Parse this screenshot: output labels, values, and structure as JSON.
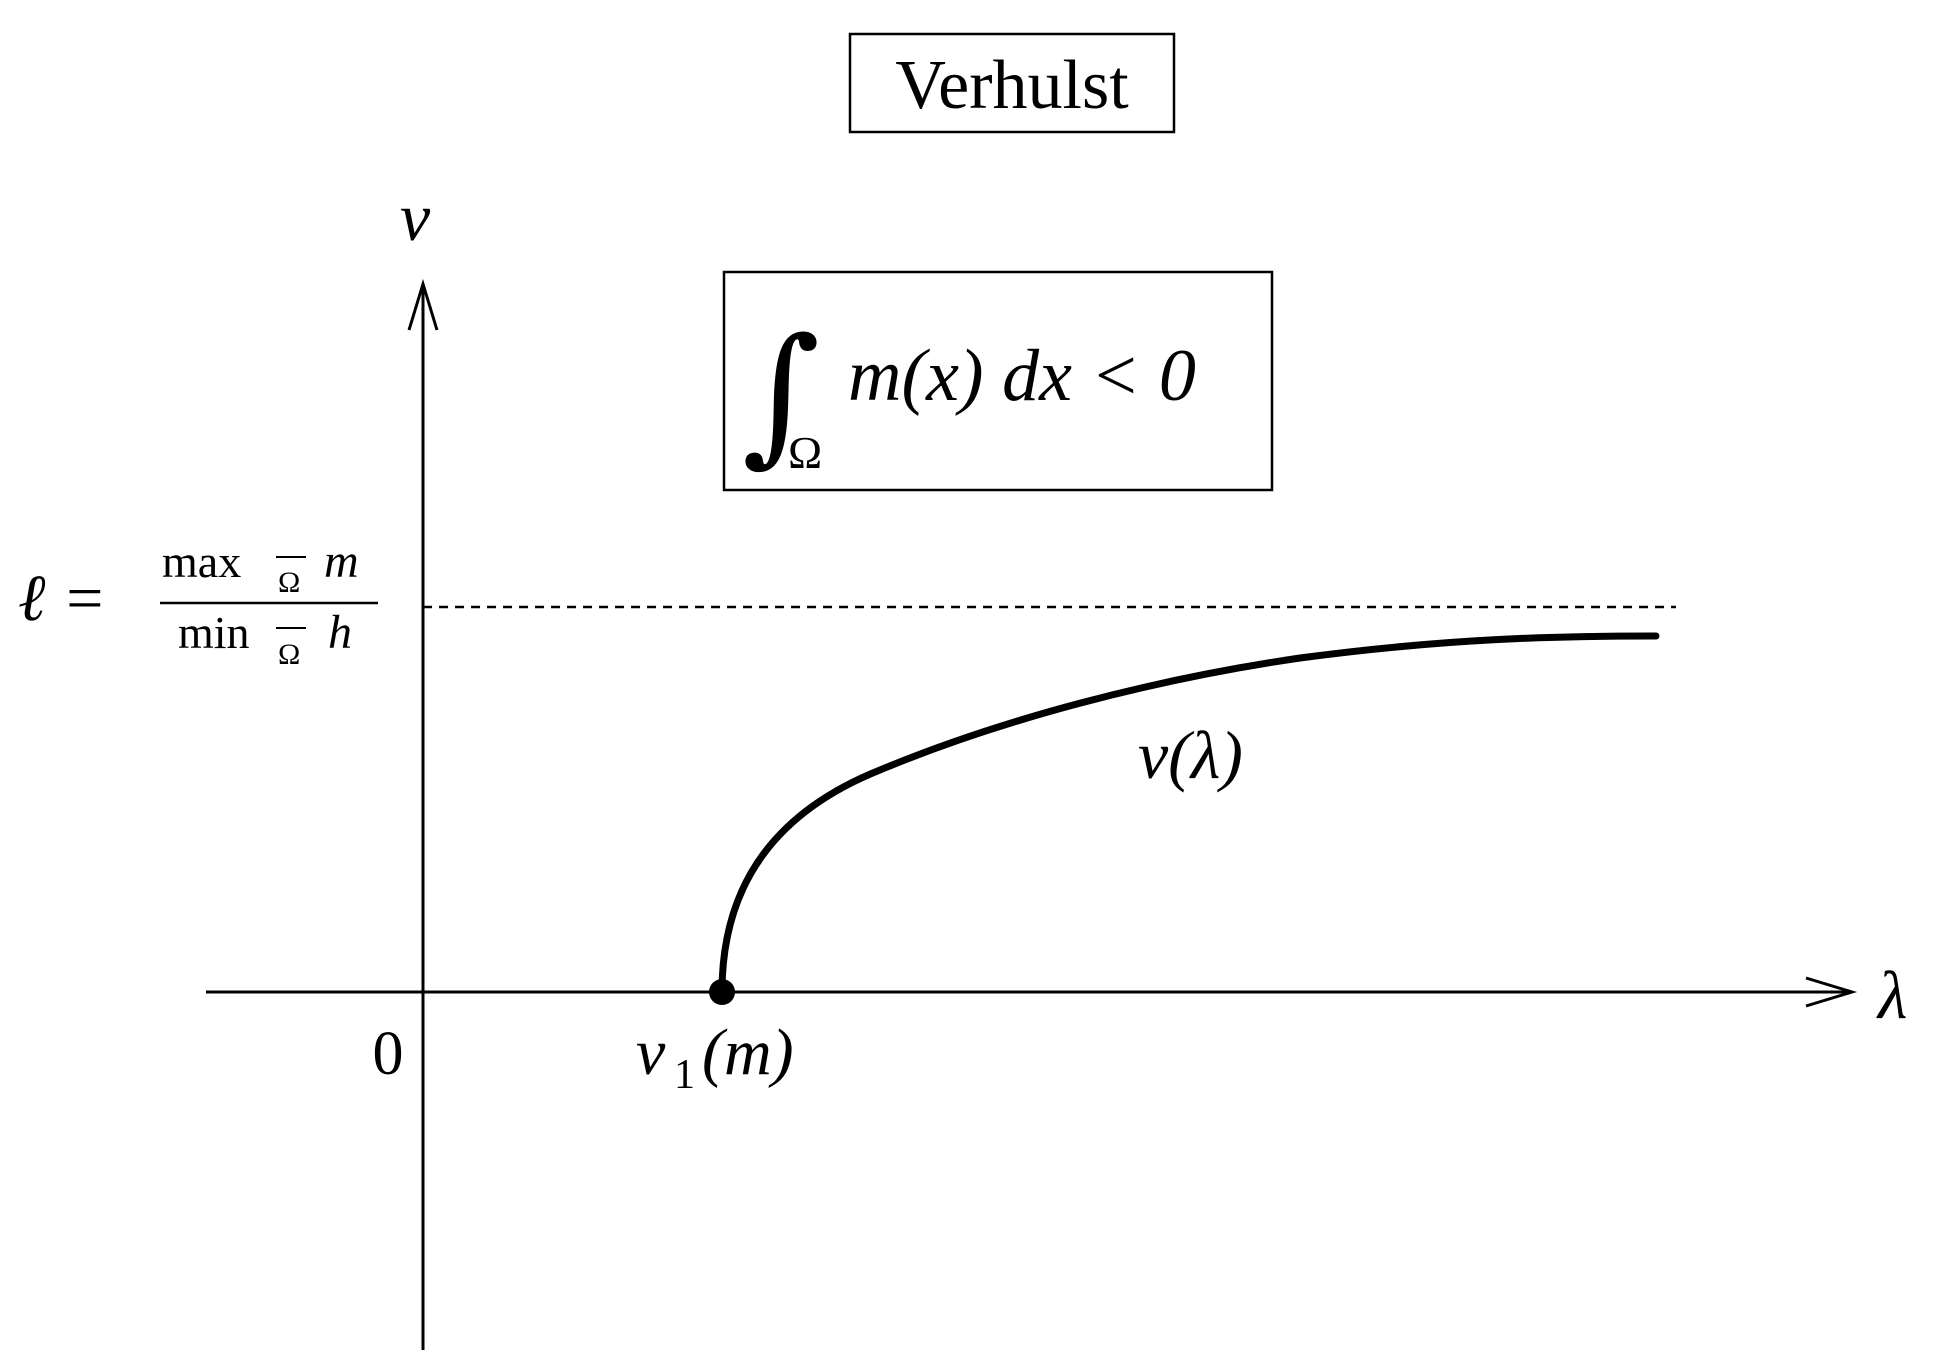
{
  "title": "Verhulst",
  "condition": {
    "integral_sign": "∫",
    "subscript": "Ω",
    "body": "m(x) dx < 0"
  },
  "axes": {
    "x_label": "λ",
    "y_label": "v",
    "origin_label": "0"
  },
  "asymptote": {
    "lhs": "ℓ =",
    "numerator_op": "max",
    "numerator_sub": "Ω",
    "numerator_var": "m",
    "denominator_op": "min",
    "denominator_sub": "Ω",
    "denominator_var": "h"
  },
  "curve_label": "v(λ)",
  "bifurcation_point": {
    "label_var": "ν",
    "label_sub": "1",
    "label_arg": "(m)"
  },
  "colors": {
    "ink": "#000000",
    "background": "#ffffff"
  }
}
